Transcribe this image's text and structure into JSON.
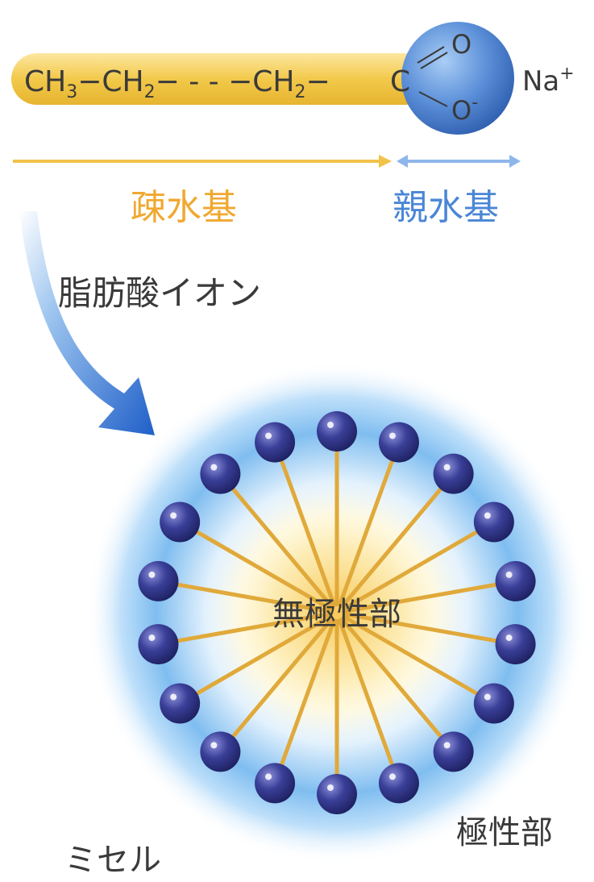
{
  "molecule": {
    "chain": [
      "CH",
      "3",
      "−CH",
      "2",
      "− - - −CH",
      "2",
      "−"
    ],
    "head_carbon": "C",
    "oxygen_top": "O",
    "oxygen_bottom": "O",
    "oxygen_charge": "-",
    "counter_ion": "Na",
    "counter_charge": "+"
  },
  "labels": {
    "hydrophobic": "疎水基",
    "hydrophilic": "親水基",
    "fatty_acid_ion": "脂肪酸イオン",
    "nonpolar": "無極性部",
    "polar": "極性部",
    "micelle": "ミセル"
  },
  "micelle": {
    "molecule_count": 18
  },
  "colors": {
    "tail_yellow": "#f2c94a",
    "head_blue": "#3f78c8",
    "bead_navy": "#2a2f80",
    "hydrophobic_text": "#f0a830",
    "hydrophilic_text": "#4a86d6",
    "arrow_blue": "#2a6fd0",
    "halo_blue": "#7fbdf0"
  }
}
